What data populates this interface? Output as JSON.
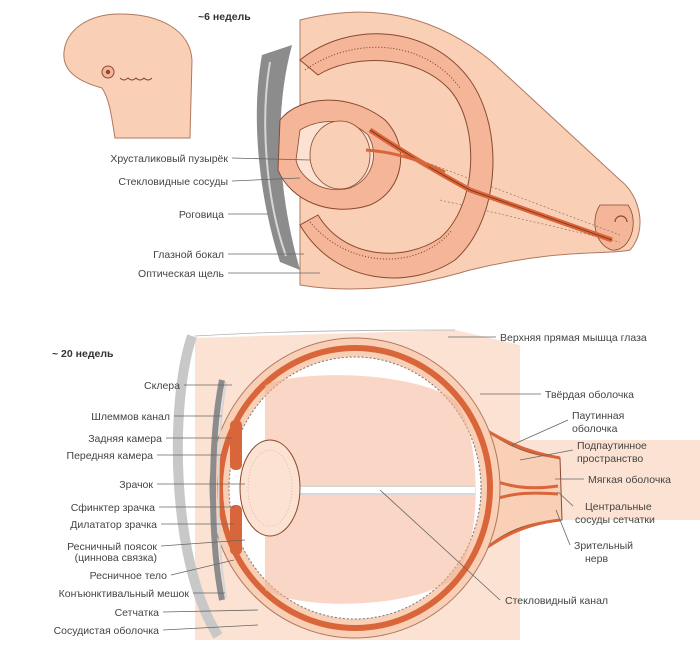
{
  "top": {
    "title": "~6 недель",
    "labels": [
      "Хрусталиковый пузырёк",
      "Стекловидные сосуды",
      "Роговица",
      "Глазной бокал",
      "Оптическая щель"
    ]
  },
  "bottom": {
    "title": "~ 20 недель",
    "left_labels": [
      "Склера",
      "Шлеммов канал",
      "Задняя камера",
      "Передняя камера",
      "Зрачок",
      "Сфинктер зрачка",
      "Дилататор зрачка",
      "Ресничный поясок",
      "(циннова связка)",
      "Ресничное тело",
      "Конъюнктивальный мешок",
      "Сетчатка",
      "Сосудистая оболочка"
    ],
    "right_labels": [
      "Верхняя прямая мышца глаза",
      "Твёрдая оболочка",
      "Паутинная",
      "оболочка",
      "Подпаутинное",
      "пространство",
      "Мягкая оболочка",
      "Центральные",
      "сосуды сетчатки",
      "Зрительный",
      "нерв",
      "Стекловидный канал"
    ]
  },
  "colors": {
    "skin": "#f9cfb6",
    "tissue": "#f4b598",
    "vessel": "#d9663a",
    "grey": "#8c8c8c",
    "sclera_grey": "#e9e9ea"
  }
}
